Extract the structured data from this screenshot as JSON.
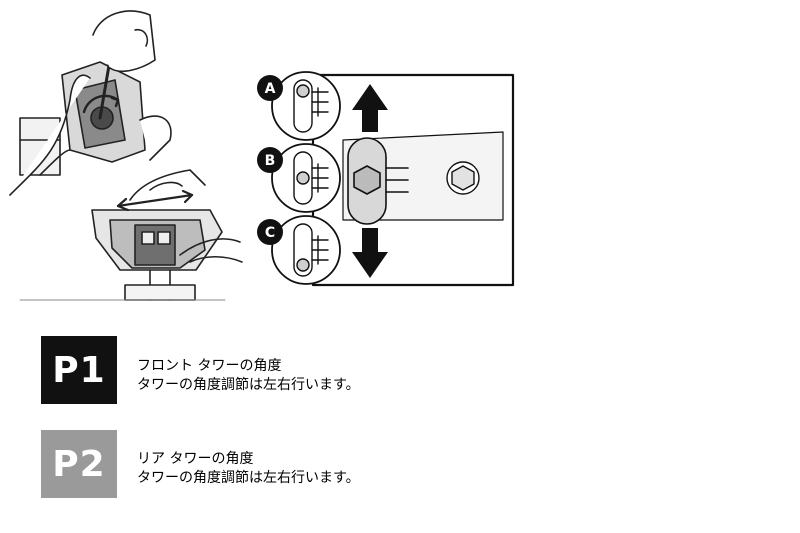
{
  "positions": [
    {
      "letter": "A"
    },
    {
      "letter": "B"
    },
    {
      "letter": "C"
    }
  ],
  "steps": [
    {
      "badge": "P1",
      "badge_color": "#111111",
      "title": "フロント タワーの角度",
      "description": "タワーの角度調節は左右行います。"
    },
    {
      "badge": "P2",
      "badge_color": "#9a9a9a",
      "title": "リア タワーの角度",
      "description": "タワーの角度調節は左右行います。"
    }
  ]
}
